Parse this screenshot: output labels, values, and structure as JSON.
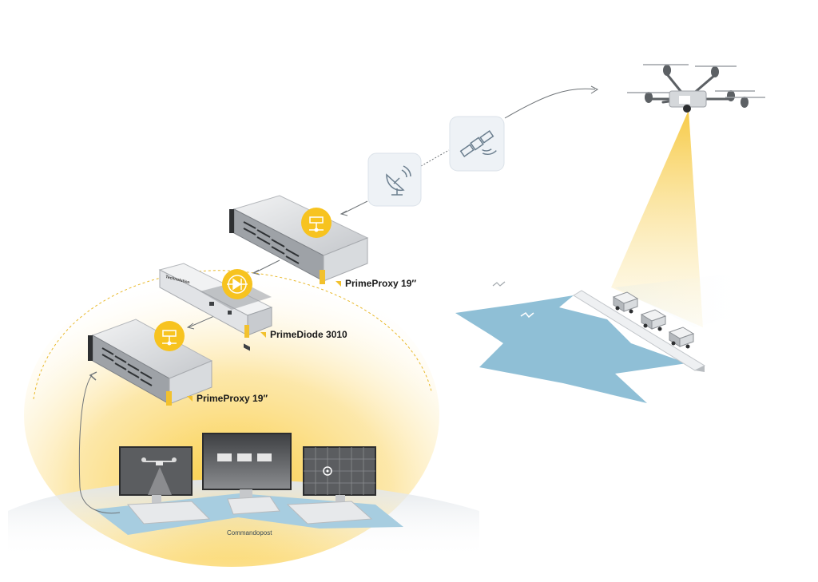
{
  "labels": {
    "proxy_top": "PrimeProxy 19″",
    "diode": "PrimeDiode 3010",
    "proxy_bottom": "PrimeProxy 19″",
    "command_post": "Commandopost",
    "diode_brand": "Technolution"
  },
  "colors": {
    "accent_yellow": "#f7c31f",
    "water_blue": "#8fbfd6",
    "device_grey": "#cfd2d6",
    "icon_tile": "#eef2f6"
  },
  "icons": {
    "ground_station": "satellite-dish-icon",
    "satellite": "satellite-icon",
    "proxy_badge": "network-proxy-icon",
    "diode_badge": "diode-icon"
  }
}
